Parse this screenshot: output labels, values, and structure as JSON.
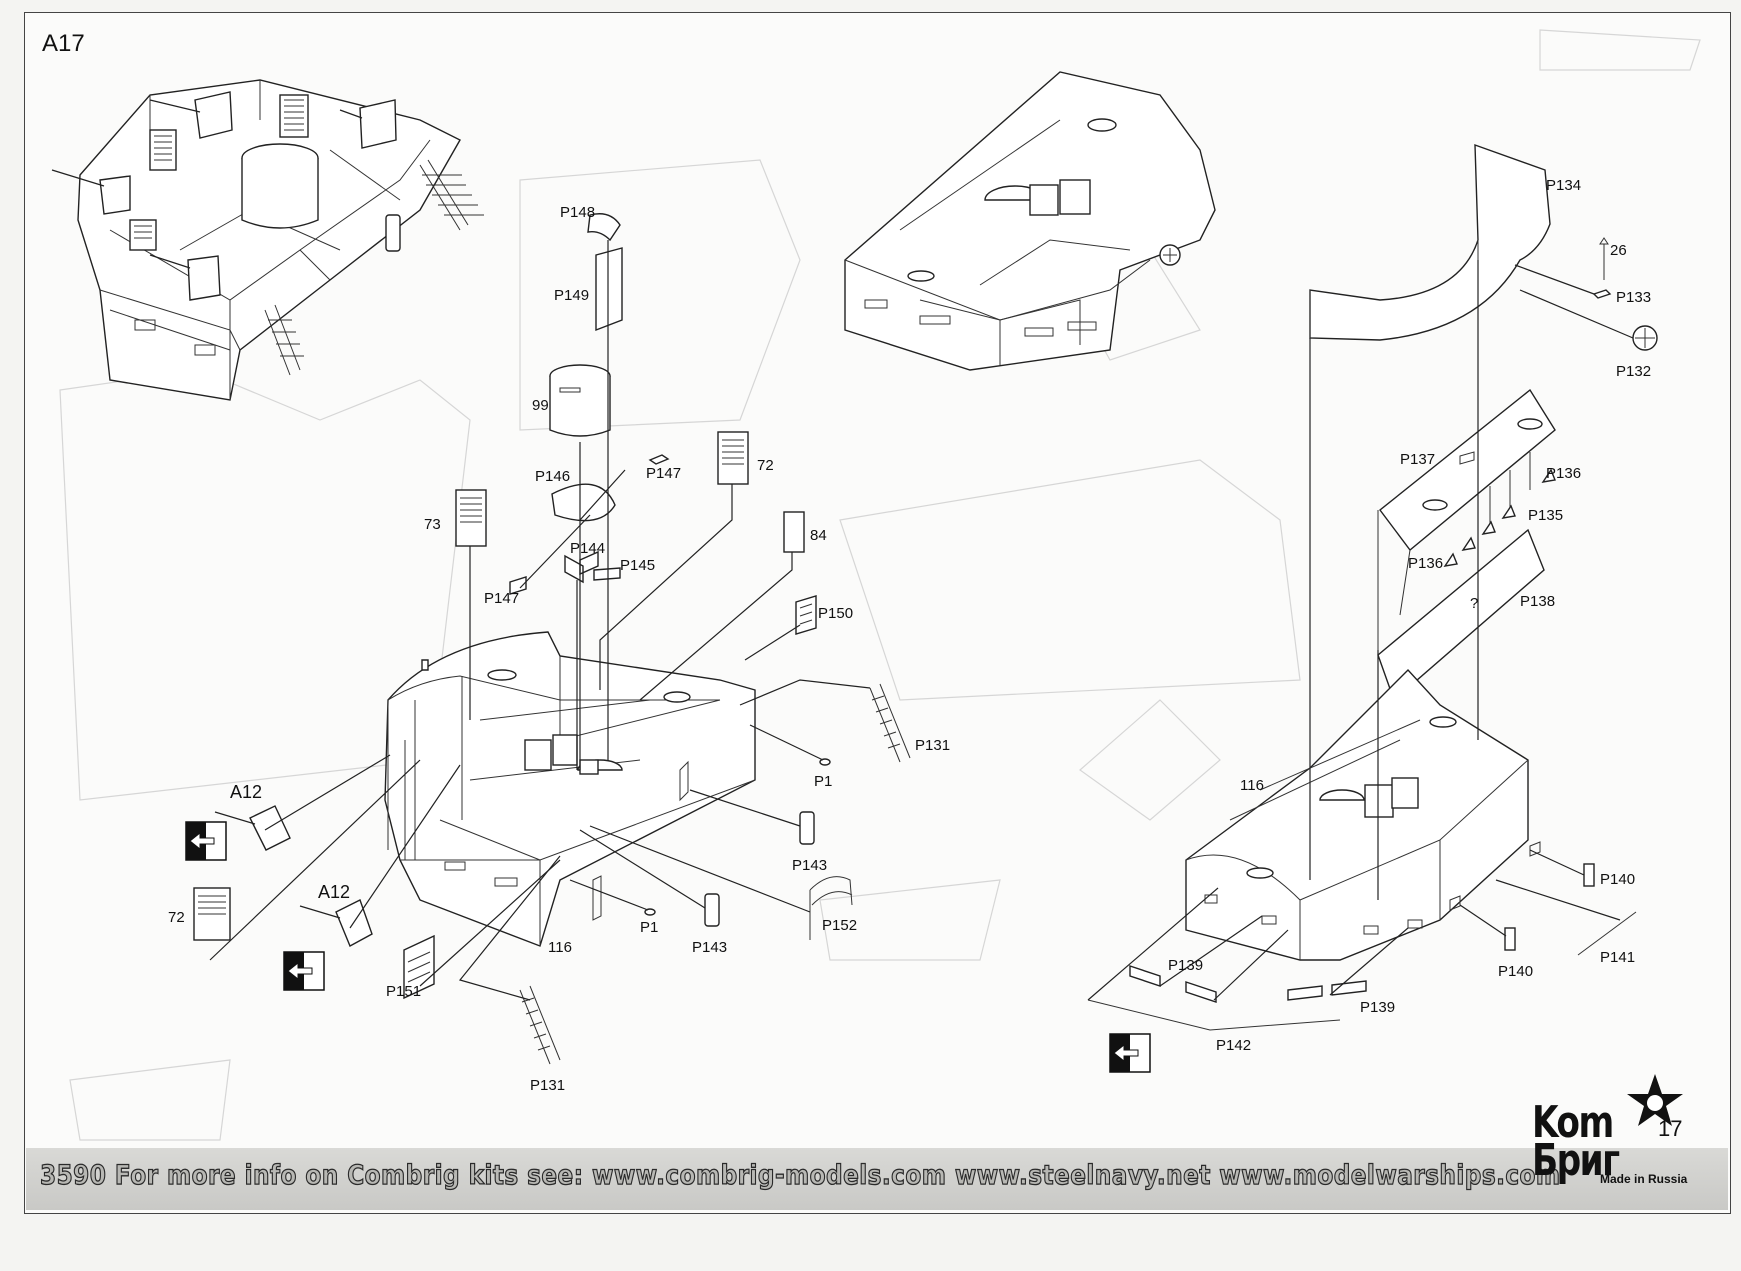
{
  "sheet": {
    "id": "A17",
    "page_number": "17"
  },
  "footer": {
    "text": "3590  For more info on Combrig kits see: www.combrig-models.com www.steelnavy.net  www.modelwarships.com"
  },
  "brand": {
    "logo": "Kom Бриг",
    "tagline": "Made in Russia"
  },
  "callouts": {
    "p148": "P148",
    "p149": "P149",
    "n99": "99",
    "p146": "P146",
    "p147a": "P147",
    "p147b": "P147",
    "n72a": "72",
    "n72b": "72",
    "n73": "73",
    "n84": "84",
    "p144": "P144",
    "p145": "P145",
    "p150": "P150",
    "p131a": "P131",
    "p131b": "P131",
    "p1a": "P1",
    "p1b": "P1",
    "p143a": "P143",
    "p143b": "P143",
    "p152": "P152",
    "p151": "P151",
    "n116a": "116",
    "n116b": "116",
    "a12a": "A12",
    "a12b": "A12",
    "p134": "P134",
    "n26": "26",
    "p133": "P133",
    "p132": "P132",
    "p137": "P137",
    "p136a": "P136",
    "p136b": "P136",
    "p135": "P135",
    "p138": "P138",
    "q": "?",
    "p140a": "P140",
    "p140b": "P140",
    "p141": "P141",
    "p139a": "P139",
    "p139b": "P139",
    "p142": "P142"
  },
  "icons": [
    "direction-arrow-icon",
    "star-logo-icon"
  ]
}
